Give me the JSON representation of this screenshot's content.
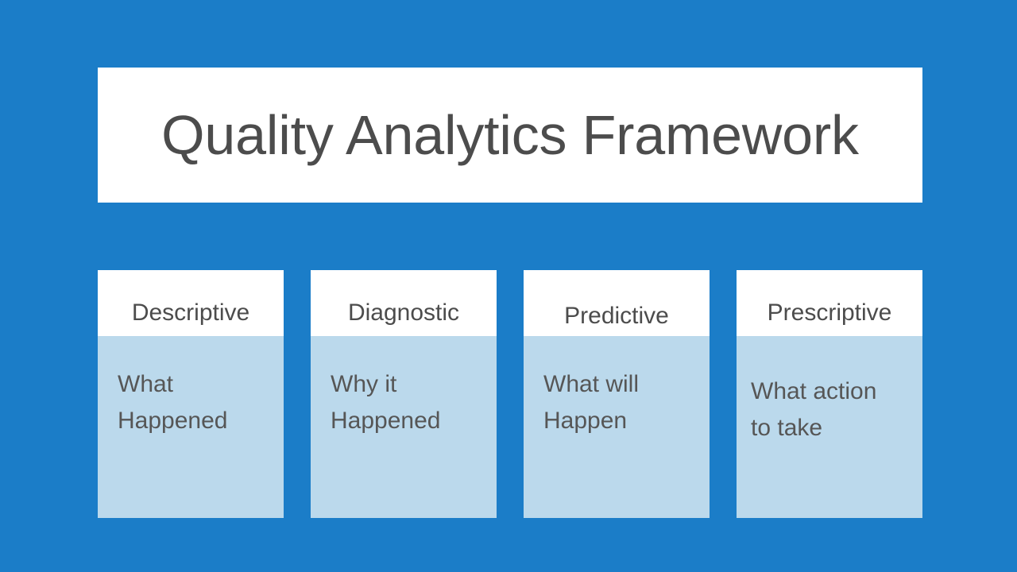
{
  "slide": {
    "background_color": "#1b7dc8",
    "title": "Quality Analytics Framework",
    "title_color": "#4c4c4c",
    "title_panel_color": "#ffffff"
  },
  "cards": {
    "header_bg_color": "#ffffff",
    "body_bg_color": "#bbd9ec",
    "text_color": "#4c4c4c",
    "items": [
      {
        "id": "descriptive",
        "header": "Descriptive",
        "body_line_1": "What",
        "body_line_2": "Happened"
      },
      {
        "id": "diagnostic",
        "header": "Diagnostic",
        "body_line_1": "Why it",
        "body_line_2": "Happened"
      },
      {
        "id": "predictive",
        "header": "Predictive",
        "body_line_1": "What will",
        "body_line_2": "Happen"
      },
      {
        "id": "prescriptive",
        "header": "Prescriptive",
        "body_line_1": "What action",
        "body_line_2": "to take"
      }
    ]
  }
}
